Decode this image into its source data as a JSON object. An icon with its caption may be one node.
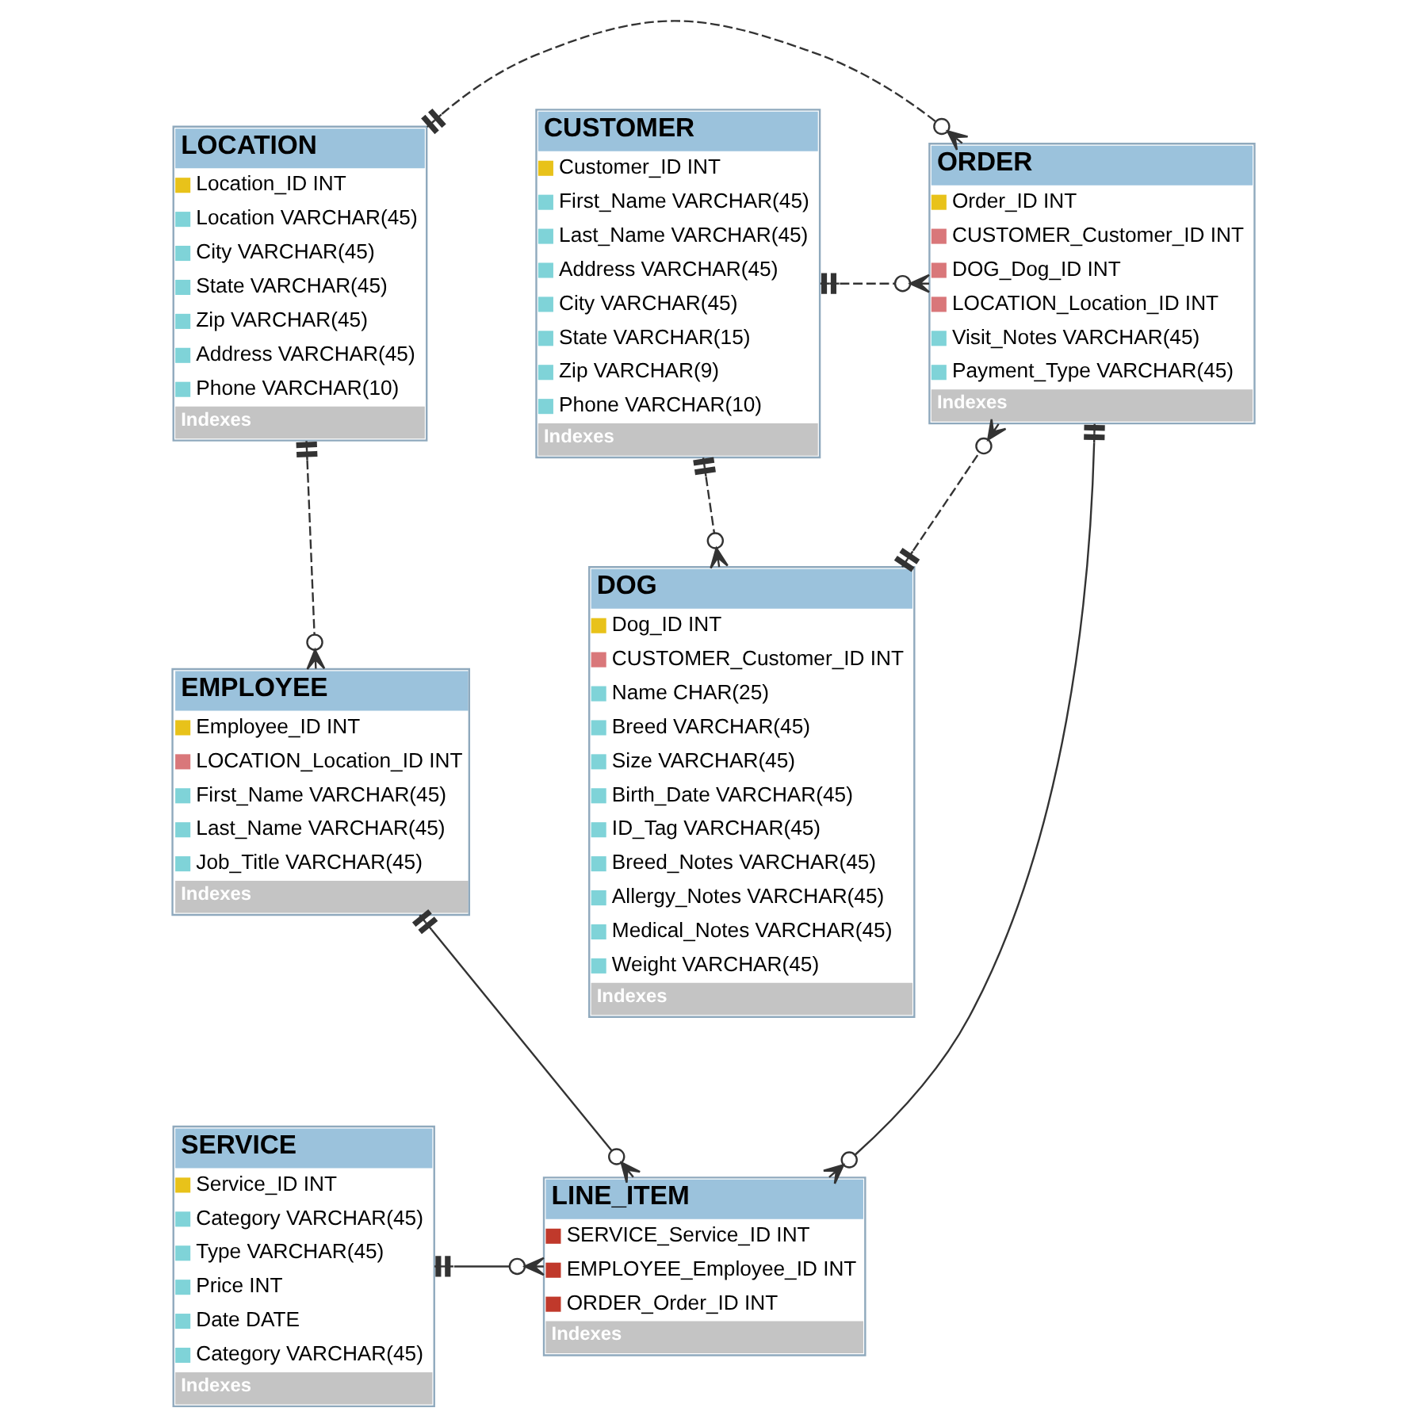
{
  "diagram": {
    "nodes": [
      {
        "text": [
          "CUSTOMER",
          "Customer_ID INT",
          "First_Name VARCHAR(45)",
          "Last_Name VARCHAR(45)",
          "Address VARCHAR(45)",
          "City VARCHAR(45)",
          "State VARCHAR(15)",
          "Zip VARCHAR(9)",
          "Phone VARCHAR(10)",
          "Indexes"
        ]
      },
      {
        "text": [
          "ORDER",
          "Order_ID INT",
          "CUSTOMER_Customer_ID INT",
          "DOG_Dog_ID INT",
          "LOCATION_Location_ID INT",
          "Visit_Notes VARCHAR(45)",
          "Payment_Type VARCHAR(45)",
          "Indexes"
        ]
      },
      {
        "text": [
          "LOCATION",
          "Location_ID INT",
          "Location VARCHAR(45)",
          "City VARCHAR(45)",
          "State VARCHAR(45)",
          "Zip VARCHAR(45)",
          "Address VARCHAR(45)",
          "Phone VARCHAR(10)",
          "Indexes"
        ]
      },
      {
        "text": [
          "DOG",
          "Dog_ID INT",
          "CUSTOMER_Customer_ID INT",
          "Name CHAR(25)",
          "Breed VARCHAR(45)",
          "Size VARCHAR(45)",
          "Birth_Date VARCHAR(45)",
          "ID_Tag VARCHAR(45)",
          "Breed_Notes VARCHAR(45)",
          "Allergy_Notes VARCHAR(45)",
          "Medical_Notes VARCHAR(45)",
          "Weight VARCHAR(45)",
          "Indexes"
        ]
      },
      {
        "text": [
          "EMPLOYEE",
          "Employee_ID INT",
          "LOCATION_Location_ID INT",
          "First_Name VARCHAR(45)",
          "Last_Name VARCHAR(45)",
          "Job_Title VARCHAR(45)",
          "Indexes"
        ]
      },
      {
        "text": [
          "SERVICE",
          "Service_ID INT",
          "Category VARCHAR(45)",
          "Type VARCHAR(45)",
          "Price INT",
          "Date DATE",
          "Category VARCHAR(45)",
          "Indexes"
        ]
      },
      {
        "text": [
          "LINE_ITEM",
          "SERVICE_Service_ID INT",
          "EMPLOYEE_Employee_ID INT",
          "ORDER_Order_ID INT",
          "Indexes"
        ]
      }
    ],
    "edges": [
      {
        "from": 0,
        "to": 1,
        "arrow": "other",
        "style": "dashed"
      },
      {
        "from": 2,
        "to": 1,
        "arrow": "other",
        "style": "dashed"
      },
      {
        "from": 0,
        "to": 3,
        "arrow": "other",
        "style": "dashed"
      },
      {
        "from": 3,
        "to": 1,
        "arrow": "other",
        "style": "dashed"
      },
      {
        "from": 2,
        "to": 4,
        "arrow": "other",
        "style": "dashed"
      },
      {
        "from": 1,
        "to": 6,
        "arrow": "other"
      },
      {
        "from": 5,
        "to": 6,
        "arrow": "other"
      },
      {
        "from": 4,
        "to": 6,
        "arrow": "other"
      }
    ]
  }
}
